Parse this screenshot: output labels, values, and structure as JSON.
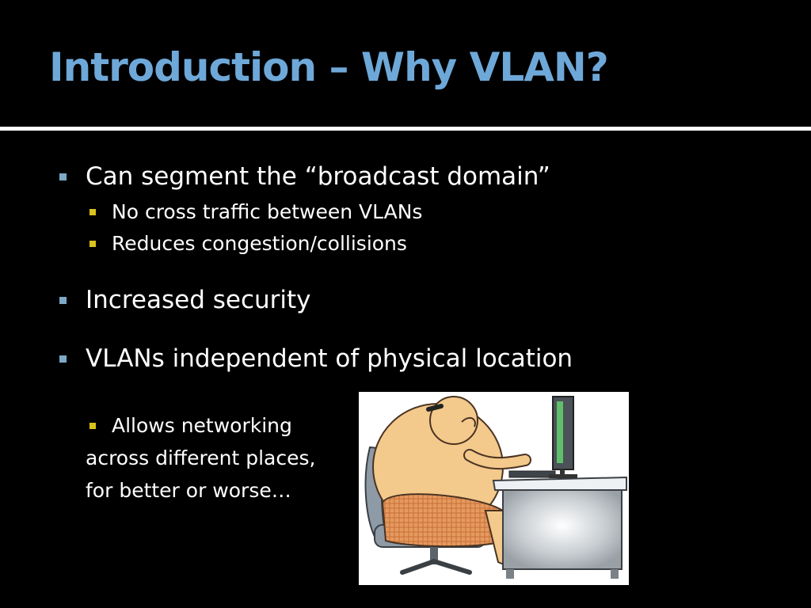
{
  "slide": {
    "title": "Introduction – Why VLAN?",
    "bullets": [
      {
        "text": "Can segment the “broadcast domain”"
      },
      {
        "text": "No cross traffic between VLANs"
      },
      {
        "text": "Reduces congestion/collisions"
      },
      {
        "text": "Increased security"
      },
      {
        "text": "VLANs independent of physical location"
      },
      {
        "text": "Allows networking"
      }
    ],
    "continuation": [
      "across different places,",
      "for better or worse…"
    ]
  },
  "colors": {
    "background": "#000000",
    "title": "#6ea8d8",
    "level1_bullet": "#7da9c8",
    "level2_bullet": "#d9c21a"
  }
}
